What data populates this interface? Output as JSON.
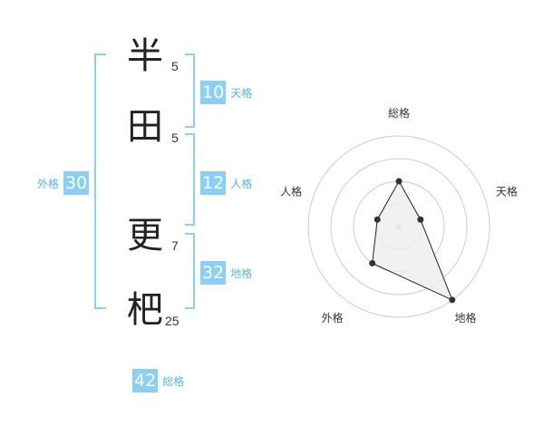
{
  "name": {
    "characters": [
      {
        "char": "半",
        "strokes": "5"
      },
      {
        "char": "田",
        "strokes": "5"
      },
      {
        "char": "更",
        "strokes": "7"
      },
      {
        "char": "杷",
        "strokes": "25"
      }
    ]
  },
  "scores": {
    "tenkaku": {
      "value": "10",
      "label": "天格"
    },
    "jinkaku": {
      "value": "12",
      "label": "人格"
    },
    "chikaku": {
      "value": "32",
      "label": "地格"
    },
    "gaikaku": {
      "value": "30",
      "label": "外格"
    },
    "soukaku": {
      "value": "42",
      "label": "総格"
    }
  },
  "radar": {
    "axes": [
      "総格",
      "天格",
      "地格",
      "外格",
      "人格"
    ],
    "levels": 4,
    "values": [
      0.5,
      0.25,
      1.0,
      0.5,
      0.25
    ],
    "colors": {
      "grid": "#cccccc",
      "fill": "#eeeeee",
      "line": "#222222",
      "point": "#333333"
    }
  },
  "colors": {
    "accent": "#8ccff4",
    "accent_text": "#5ab3e6"
  }
}
